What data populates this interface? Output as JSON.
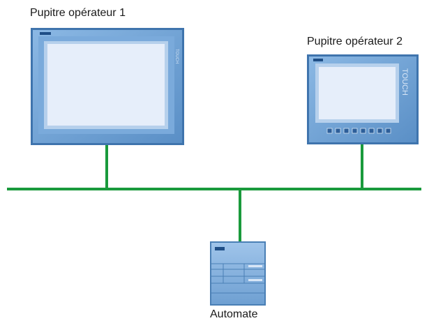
{
  "labels": {
    "panel_1": "Pupitre opérateur 1",
    "panel_2": "Pupitre opérateur 2",
    "plc": "Automate"
  },
  "devices": {
    "panel_2_brand_text": "TOUCH",
    "panel_2_function_key_count": 8,
    "panel_1_brand_text": "TOUCH"
  },
  "colors": {
    "network_line": "#1a9a3c",
    "device_frame": "#4a7fb5",
    "device_body": "#6b9fd3",
    "screen": "#dce8f7",
    "label_text": "#1a1a1a"
  }
}
